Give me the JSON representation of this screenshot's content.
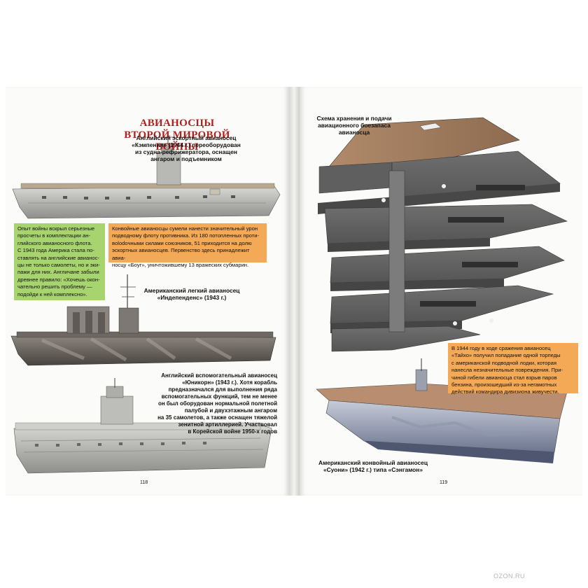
{
  "left_page": {
    "title": "АВИАНОСЦЫ ВТОРОЙ МИРОВОЙ ВОЙНЫ",
    "ship1_caption": [
      "Английский эскортный авианосец",
      "«Кэмпения» (1944 г.) переоборудован",
      "из судна-рефрижератора, оснащен",
      "ангаром и подъемником"
    ],
    "green_box": [
      "Опыт войны вскрыл серьезные",
      "просчеты в комплектации ан-",
      "глийского авианосного флота.",
      "С 1943 года Америка стала по-",
      "ставлять на английские авианос-",
      "цы не только самолеты, но и эки-",
      "пажи для них. Англичане забыли",
      "древнее правило: «Хочешь окон-",
      "чательно решить проблему —",
      "подойди к ней комплексно»."
    ],
    "orange_box": [
      "Конвойные авианосцы сумели нанести значительный урон",
      "подводному флоту противника. Из 180 потопленных проти-",
      "вolodочными силами союзников, 51 приходится на долю",
      "эскортных авианосцев. Первенство здесь принадлежит авиа-",
      "носцу «Боуг», уничтожившему 13 вражеских субмарин."
    ],
    "ship2_caption": [
      "Американский легкий авианосец",
      "«Индепенденс» (1943 г.)"
    ],
    "ship3_caption": [
      "Английский вспомогательный авианосец",
      "«Юникорн» (1943 г.). Хотя корабль",
      "предназначался для выполнения ряда",
      "вспомогательных функций, тем не менее",
      "он был оборудован нормальной полетной",
      "палубой и двухэтажным ангаром",
      "на 35 самолетов, а также оснащен тяжелой",
      "зенитной артиллерией. Участвовал",
      "в Корейской войне 1950-х годов"
    ],
    "page_number": "118"
  },
  "right_page": {
    "diagram_caption": [
      "Схема хранения и подачи",
      "авиационного боезапаса",
      "авианосца"
    ],
    "orange_box": [
      "В 1944 году в ходе сражения авианосец",
      "«Тайхо» получил попадание одной торпеды",
      "с американской подводной лодки, которая",
      "нанесла незначительные повреждения. При-",
      "чиной гибели авианосца стал взрыв паров",
      "бензина, произошедший из-за негамотных",
      "действий командира дивизиона живучести."
    ],
    "ship_caption": [
      "Американский конвойный авианосец",
      "«Суони» (1942 г.) типа «Сэнгамон»"
    ],
    "page_number": "119"
  },
  "watermark": "OZON.RU",
  "colors": {
    "title_red": "#b0201d",
    "green_box": "#a7d46f",
    "orange_box": "#f4a956"
  }
}
